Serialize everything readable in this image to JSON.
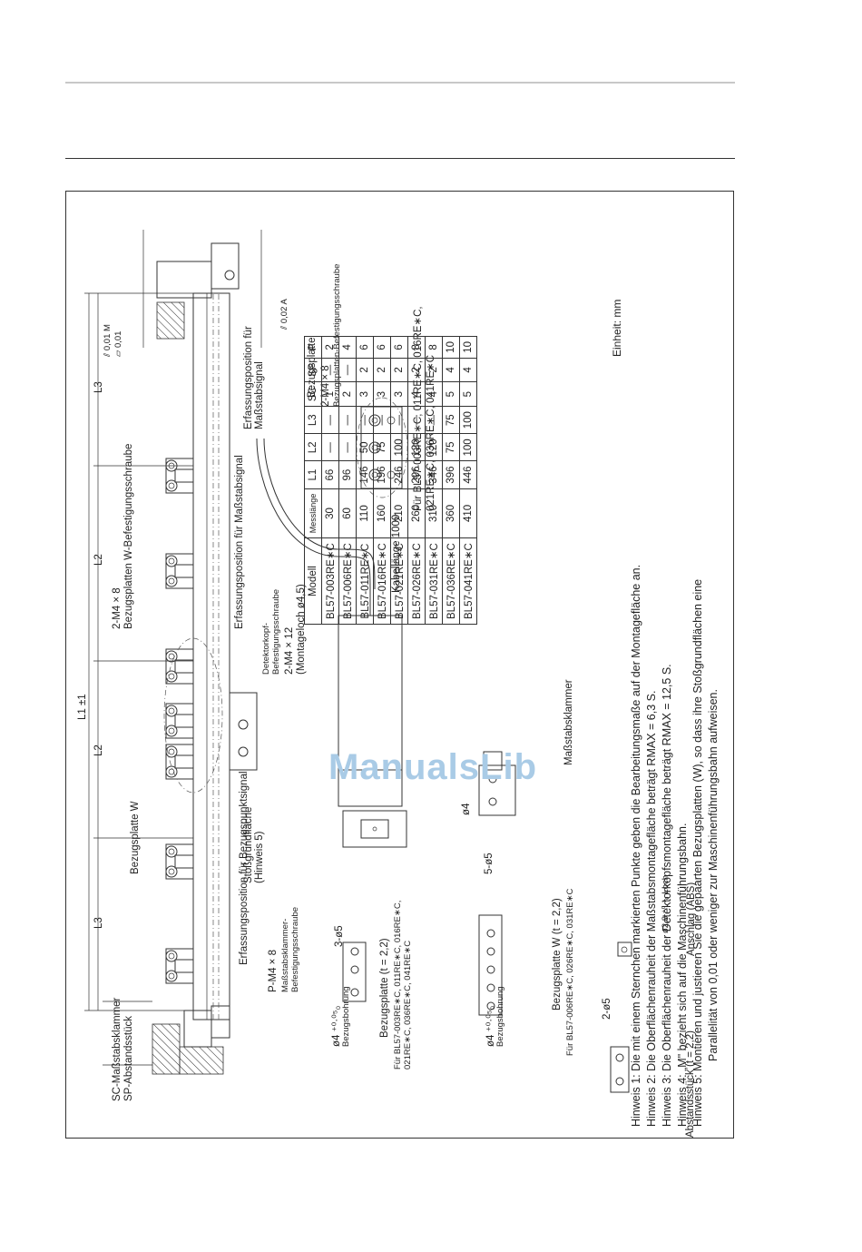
{
  "drawing": {
    "labels": {
      "sc_clamp": "SC-Maßstabsklammer",
      "sp_spacer": "SP-Abstandsstück",
      "pm4": "P-M4 × 8",
      "clamp_screw": "Maßstabsklammer-\nBefestigungsschraube",
      "ref_plate_w": "Bezugsplatte W",
      "ref_pos_signal": "Erfassungsposition für Bezugspunktsignal",
      "stop_surface": "Stoßgrundfläche\n(Hinweis 5)",
      "m4_w": "2-M4 × 8",
      "w_screw": "Bezugsplatten W-Befestigungsschraube",
      "scale_signal": "Erfassungsposition für Maßstabsignal",
      "det_screw": "Detektorkopf-\nBefestigungsschraube",
      "m4x12": "2-M4 × 12",
      "mount_hole": "(Montageloch ø4,5)",
      "cable": "Kabellänge 1000",
      "scale_signal2": "Erfassungsposition für\nMaßstabsignal",
      "bezugsplatte": "Bezugsplatte",
      "m4_ref": "2-M4 × 8",
      "ref_screw": "Bezugsplatten-Befestigungsschraube",
      "for_models": "Für BL57-003RE∗C, 011RE∗C, 016RE∗C,\n021RE∗C, 036RE∗C, 041RE∗C",
      "l1": "L1 ±1",
      "l2": "L2",
      "l3": "L3",
      "tol_a": "⫽ 0,01 M",
      "tol_b": "▱ 0,01",
      "tol_c": "⫽ 0,02 A",
      "bezugsbohrung": "Bezugsbohrung",
      "bore": "ø4 ⁺⁰·⁰⁵₀",
      "plate_t22": "Bezugsplatte (t = 2,2)",
      "plate_models": "Für BL57-003RE∗C, 011RE∗C, 016RE∗C,\n021RE∗C, 036RE∗C, 041RE∗C",
      "plate_w_t22": "Bezugsplatte W (t = 2,2)",
      "plate_w_models": "Für BL57-006RE∗C, 026RE∗C, 031RE∗C",
      "spacer": "Abstandsstück (t = 2,2)",
      "stop": "Anschlag (ABS)",
      "loch": "ø2,8 ⁺⁰·¹₀ Loch",
      "scale_clamp": "Maßstabsklammer",
      "holes_3": "3-ø5",
      "holes_5": "5-ø5",
      "holes_2": "2-ø5",
      "d4": "ø4"
    }
  },
  "table": {
    "headers": [
      "Modell",
      "Messlänge",
      "L1",
      "L2",
      "L3",
      "SC",
      "SP",
      "P"
    ],
    "rows": [
      [
        "BL57-003RE∗C",
        "30",
        "66",
        "—",
        "—",
        "1",
        "—",
        "2"
      ],
      [
        "BL57-006RE∗C",
        "60",
        "96",
        "—",
        "—",
        "2",
        "—",
        "4"
      ],
      [
        "BL57-011RE∗C",
        "110",
        "146",
        "50",
        "—",
        "3",
        "2",
        "6"
      ],
      [
        "BL57-016RE∗C",
        "160",
        "196",
        "75",
        "—",
        "3",
        "2",
        "6"
      ],
      [
        "BL57-021RE∗C",
        "210",
        "246",
        "100",
        "—",
        "3",
        "2",
        "6"
      ],
      [
        "BL57-026RE∗C",
        "260",
        "296",
        "120",
        "—",
        "4",
        "2",
        "8"
      ],
      [
        "BL57-031RE∗C",
        "310",
        "346",
        "120",
        "—",
        "4",
        "2",
        "8"
      ],
      [
        "BL57-036RE∗C",
        "360",
        "396",
        "75",
        "75",
        "5",
        "4",
        "10"
      ],
      [
        "BL57-041RE∗C",
        "410",
        "446",
        "100",
        "100",
        "5",
        "4",
        "10"
      ]
    ],
    "unit": "Einheit: mm"
  },
  "notes": [
    "Hinweis 1: Die mit einem Sternchen markierten Punkte geben die Bearbeitungsmaße auf der Montagefläche an.",
    "Hinweis 2: Die Oberflächenrauheit der Maßstabsmontagefläche beträgt RMAX = 6,3 S.",
    "Hinweis 3: Die Oberflächenrauheit der Detektorkopfsmontagefläche beträgt RMAX = 12,5 S.",
    "Hinweis 4: „M\" bezieht sich auf die Maschinenführungsbahn.",
    "Hinweis 5: Montieren und justieren Sie die gepaarten Bezugsplatten (W), so dass ihre Stoßgrundflächen eine",
    "Parallelität von 0,01 oder weniger zur Maschinenführungsbahn aufweisen."
  ],
  "watermark": "ManualsLib"
}
